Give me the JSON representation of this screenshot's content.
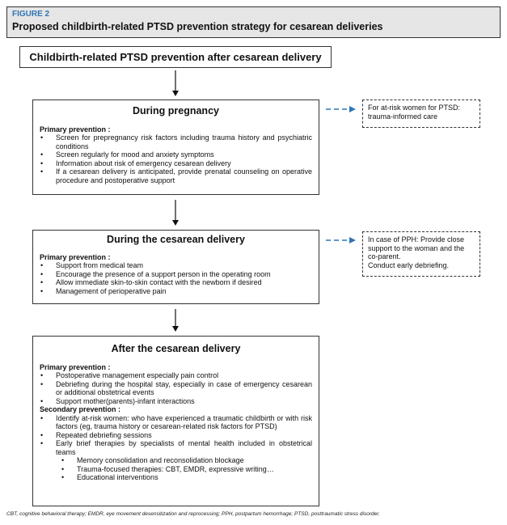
{
  "figure_label": "FIGURE 2",
  "figure_title": "Proposed childbirth-related PTSD prevention strategy for cesarean deliveries",
  "top_box": "Childbirth-related PTSD prevention after cesarean delivery",
  "colors": {
    "figure_label": "#2e75b6",
    "dashed_arrow": "#2e75b6",
    "header_bg": "#e6e6e6"
  },
  "stages": [
    {
      "title": "During pregnancy",
      "primary_label": "Primary prevention",
      "primary_items": [
        "Screen for prepregnancy risk factors including trauma history and psychiatric conditions",
        "Screen regularly for mood and anxiety symptoms",
        "Information about risk of emergency cesarean delivery",
        "If a cesarean delivery is anticipated, provide prenatal counseling on operative procedure and postoperative support"
      ],
      "side_note": [
        "For at-risk women for PTSD:",
        "trauma-informed care"
      ]
    },
    {
      "title": "During the cesarean delivery",
      "primary_label": "Primary prevention",
      "primary_items": [
        "Support from medical team",
        "Encourage the presence of a support person in the operating room",
        "Allow immediate skin-to-skin contact with the newborn if desired",
        "Management of perioperative pain"
      ],
      "side_note": [
        "In case of PPH: Provide close support to the woman and the co-parent.",
        "Conduct early debriefing."
      ]
    },
    {
      "title": "After the cesarean delivery",
      "primary_label": "Primary prevention",
      "primary_items": [
        "Postoperative management especially pain control",
        "Debriefing during the hospital stay, especially in case of emergency cesarean or additional obstetrical events",
        "Support mother(parents)-infant interactions"
      ],
      "secondary_label": "Secondary prevention",
      "secondary_items": [
        "Identify at-risk women: who have experienced a traumatic childbirth or with risk factors (eg, trauma history or cesarean-related risk factors for PTSD)",
        "Repeated debriefing sessions",
        "Early brief therapies by specialists of mental health included in obstetrical teams"
      ],
      "therapy_subitems": [
        "Memory consolidation and reconsolidation blockage",
        "Trauma-focused therapies: CBT, EMDR, expressive writing…",
        "Educational interventions"
      ]
    }
  ],
  "footnote": "CBT, cognitive behavioral therapy; EMDR, eye movement desensitization and reprocessing; PPH, postpartum hemorrhage; PTSD, posttraumatic stress disorder."
}
